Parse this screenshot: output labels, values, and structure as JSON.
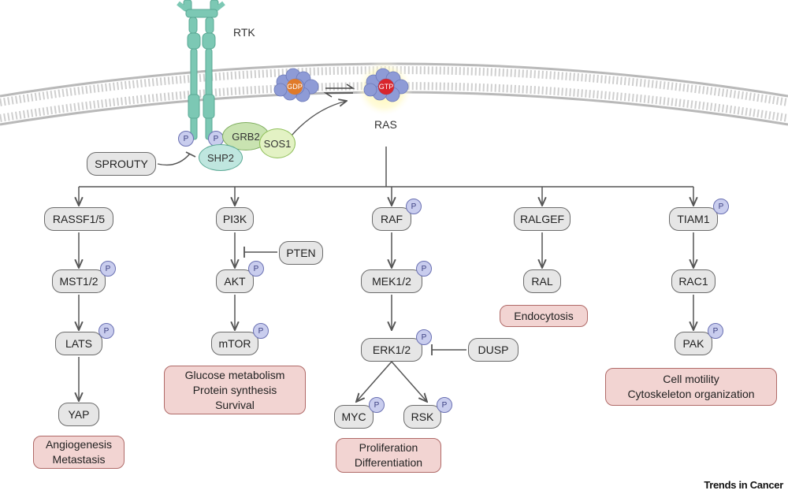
{
  "membrane": {
    "receptor_label": "RTK",
    "ras_label": "RAS",
    "gdp": "GDP",
    "gtp": "GTP",
    "phospho": "P"
  },
  "adaptors": {
    "grb2": "GRB2",
    "sos1": "SOS1",
    "shp2": "SHP2",
    "sprouty": "SPROUTY"
  },
  "branch1": {
    "rassf": "RASSF1/5",
    "mst": "MST1/2",
    "lats": "LATS",
    "yap": "YAP",
    "outcome": [
      "Angiogenesis",
      "Metastasis"
    ]
  },
  "branch2": {
    "pi3k": "PI3K",
    "pten": "PTEN",
    "akt": "AKT",
    "mtor": "mTOR",
    "outcome": [
      "Glucose metabolism",
      "Protein synthesis",
      "Survival"
    ]
  },
  "branch3": {
    "raf": "RAF",
    "mek": "MEK1/2",
    "erk": "ERK1/2",
    "dusp": "DUSP",
    "myc": "MYC",
    "rsk": "RSK",
    "outcome": [
      "Proliferation",
      "Differentiation"
    ]
  },
  "branch4": {
    "ralgef": "RALGEF",
    "ral": "RAL",
    "outcome": [
      "Endocytosis"
    ]
  },
  "branch5": {
    "tiam1": "TIAM1",
    "rac1": "RAC1",
    "pak": "PAK",
    "outcome": [
      "Cell motility",
      "Cytoskeleton organization"
    ]
  },
  "footer": {
    "brand": "Trends in Cancer"
  },
  "colors": {
    "node_fill": "#e6e6e6",
    "outcome_fill": "#f2d4d2",
    "phospho_fill": "#c9cdee",
    "receptor": "#7cc8b4",
    "gtp": "#d8262d",
    "gdp": "#e07a2a",
    "sos1_fill": "#e3f2c4",
    "grb2_fill": "#c9e3b1",
    "shp2_fill": "#bfe6df"
  }
}
